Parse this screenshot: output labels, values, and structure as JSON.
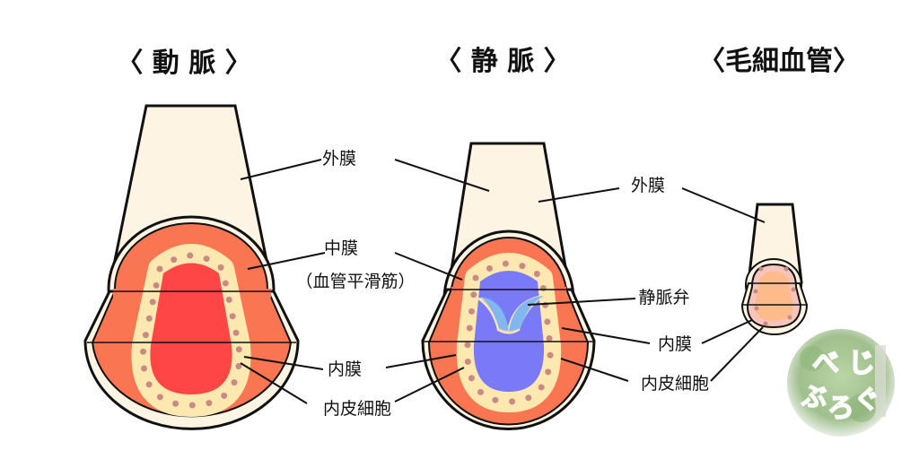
{
  "titles": {
    "artery": "〈 動 脈 〉",
    "vein": "〈 静 脈 〉",
    "capillary": "〈毛細血管〉"
  },
  "labels": {
    "artery_adventitia": "外膜",
    "artery_media": "中膜",
    "artery_media_note": "（血管平滑筋）",
    "artery_intima": "内膜",
    "artery_endothelium": "内皮細胞",
    "vein_adventitia": "外膜",
    "vein_valve": "静脈弁",
    "vein_intima": "内膜",
    "vein_endothelium": "内皮細胞"
  },
  "logo": {
    "text": "べじぶろぐ"
  },
  "colors": {
    "adventitia": "#fdf4e3",
    "media": "#fa7652",
    "intima": "#fde9b0",
    "cell": "#f7c4bb",
    "nucleus": "#c98a86",
    "artery_lumen": "#ff4646",
    "vein_lumen": "#7a7af8",
    "valve": "#6cb4f8",
    "capillary_lumen": "#fdba8a"
  }
}
